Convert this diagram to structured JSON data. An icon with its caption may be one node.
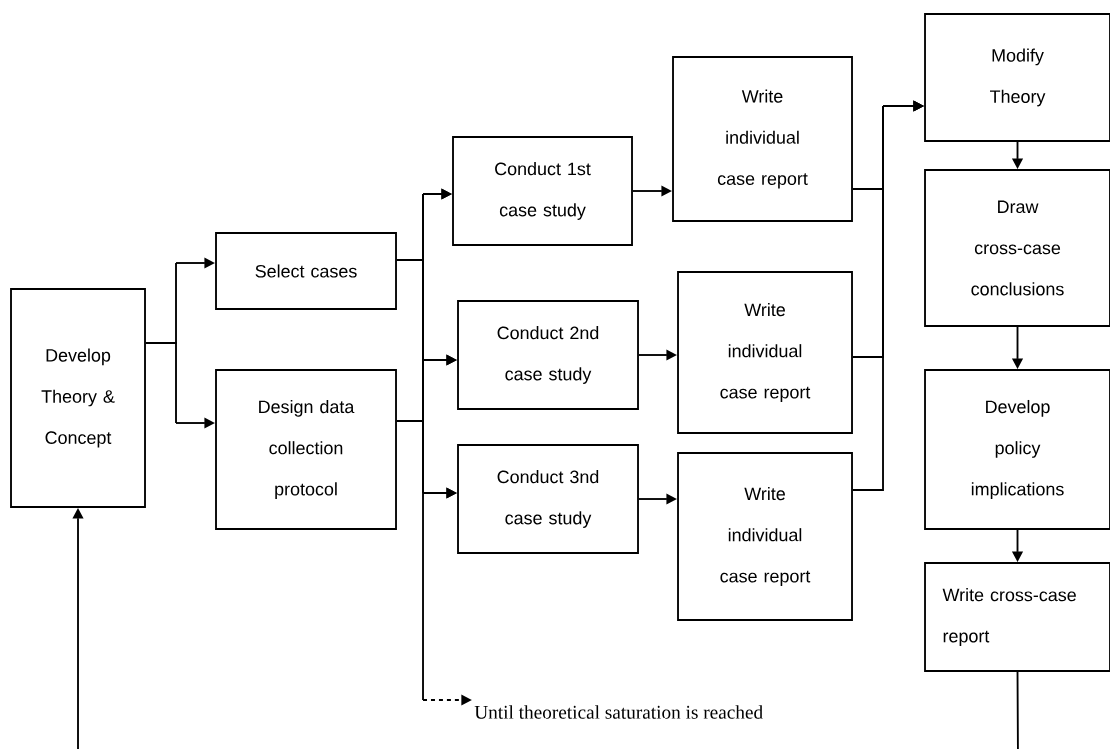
{
  "diagram": {
    "nodes": [
      {
        "text": [
          "Develop Theory & Concept"
        ]
      },
      {
        "text": [
          "Select cases"
        ]
      },
      {
        "text": [
          "Design data collection protocol"
        ]
      },
      {
        "text": [
          "Conduct 1st case study"
        ]
      },
      {
        "text": [
          "Conduct 2nd case study"
        ]
      },
      {
        "text": [
          "Conduct 3nd case study"
        ]
      },
      {
        "text": [
          "Write individual case report"
        ]
      },
      {
        "text": [
          "Write individual case report"
        ]
      },
      {
        "text": [
          "Write individual case report"
        ]
      },
      {
        "text": [
          "Modify Theory"
        ]
      },
      {
        "text": [
          "Draw cross-case conclusions"
        ]
      },
      {
        "text": [
          "Develop policy implications"
        ]
      },
      {
        "text": [
          "Write cross-case report"
        ]
      },
      {
        "text": [
          "Until theoretical saturation is reached"
        ]
      }
    ],
    "edges": [
      {
        "from": 0,
        "to": 1,
        "arrow": "to"
      },
      {
        "from": 0,
        "to": 2,
        "arrow": "to"
      },
      {
        "from": 1,
        "to": 3,
        "arrow": "to"
      },
      {
        "from": 1,
        "to": 4,
        "arrow": "to"
      },
      {
        "from": 1,
        "to": 5,
        "arrow": "to"
      },
      {
        "from": 2,
        "to": 3,
        "arrow": "to"
      },
      {
        "from": 2,
        "to": 4,
        "arrow": "to"
      },
      {
        "from": 2,
        "to": 5,
        "arrow": "to"
      },
      {
        "from": null,
        "to": 13,
        "arrow": "to",
        "style": "dashed"
      },
      {
        "from": 3,
        "to": 6,
        "arrow": "to"
      },
      {
        "from": 4,
        "to": 7,
        "arrow": "to"
      },
      {
        "from": 5,
        "to": 8,
        "arrow": "to"
      },
      {
        "from": 6,
        "to": 9,
        "arrow": "to"
      },
      {
        "from": 7,
        "to": 9,
        "arrow": "to"
      },
      {
        "from": 8,
        "to": 9,
        "arrow": "to"
      },
      {
        "from": 9,
        "to": 10,
        "arrow": "to"
      },
      {
        "from": 10,
        "to": 11,
        "arrow": "to"
      },
      {
        "from": 11,
        "to": 12,
        "arrow": "to"
      },
      {
        "from": 12,
        "to": 0,
        "arrow": "to"
      }
    ]
  }
}
